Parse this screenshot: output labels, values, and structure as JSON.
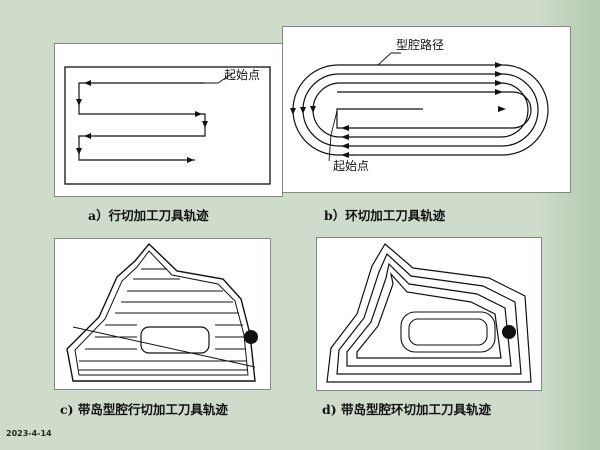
{
  "slide": {
    "date": "2023-4-14",
    "background_color": "#cfdccb",
    "line_color": "#111111"
  },
  "panels": [
    {
      "caption": "a）行切加工刀具轨迹",
      "labels": {
        "start_point": "起始点"
      }
    },
    {
      "caption": "b）环切加工刀具轨迹",
      "labels": {
        "cavity_path": "型腔路径",
        "start_point": "起始点"
      }
    },
    {
      "caption": "c) 带岛型腔行切加工刀具轨迹",
      "labels": {}
    },
    {
      "caption": "d) 带岛型腔环切加工刀具轨迹",
      "labels": {}
    }
  ]
}
